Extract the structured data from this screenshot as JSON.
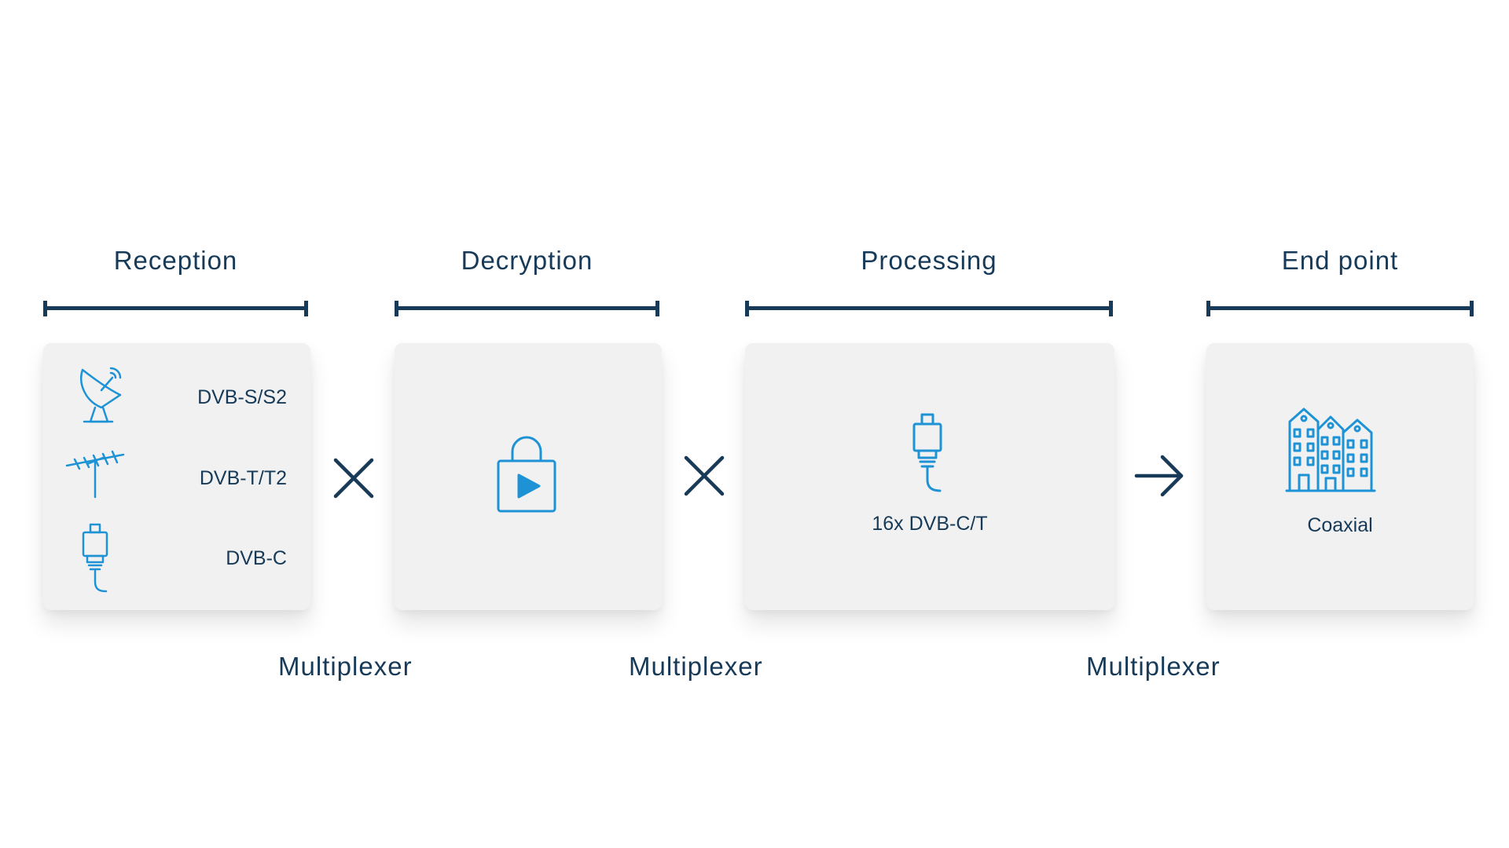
{
  "stages": [
    {
      "heading": "Reception"
    },
    {
      "heading": "Decryption"
    },
    {
      "heading": "Processing"
    },
    {
      "heading": "End point"
    }
  ],
  "reception_signals": [
    {
      "label": "DVB-S/S2",
      "icon": "satellite-dish-icon"
    },
    {
      "label": "DVB-T/T2",
      "icon": "antenna-icon"
    },
    {
      "label": "DVB-C",
      "icon": "coax-connector-icon"
    }
  ],
  "decryption": {
    "icon": "unlocked-play-icon"
  },
  "processing": {
    "label": "16x DVB-C/T",
    "icon": "coax-connector-icon"
  },
  "end_point": {
    "label": "Coaxial",
    "icon": "buildings-icon"
  },
  "connectors": [
    {
      "symbol": "cross",
      "label": "Multiplexer"
    },
    {
      "symbol": "cross",
      "label": "Multiplexer"
    },
    {
      "symbol": "arrow",
      "label": "Multiplexer"
    }
  ],
  "colors": {
    "navy": "#163a57",
    "icon_blue": "#1d93d6",
    "box_bg": "#f1f1f1"
  }
}
